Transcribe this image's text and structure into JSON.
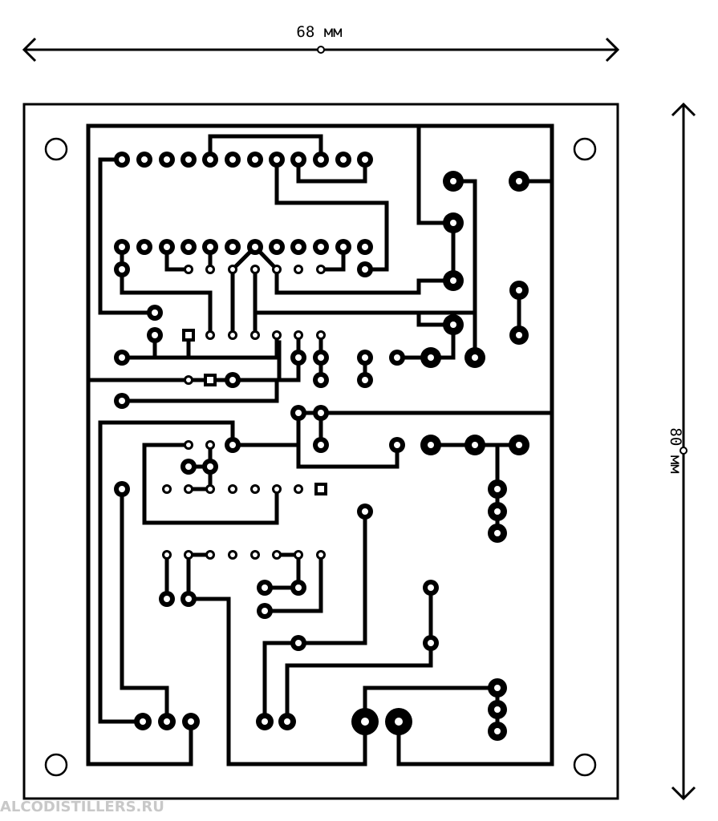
{
  "dimensions": {
    "width_label": "68 мм",
    "height_label": "80 мм"
  },
  "watermark": "ALCODISTILLERS.RU",
  "colors": {
    "copper": "#000000",
    "background": "#ffffff",
    "watermark": "#c8c8c8"
  }
}
